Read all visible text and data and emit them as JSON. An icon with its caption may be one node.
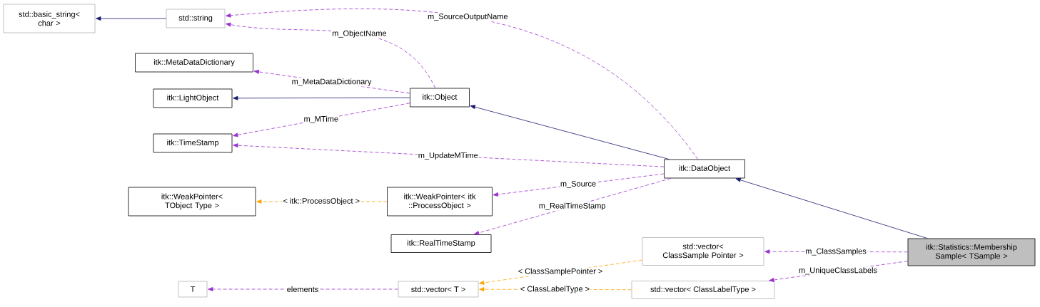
{
  "diagram": {
    "nodes": [
      {
        "text": [
          "std::basic_string< char >"
        ]
      },
      {
        "text": [
          "std::string"
        ]
      },
      {
        "text": [
          "itk::MetaDataDictionary"
        ]
      },
      {
        "text": [
          "itk::LightObject"
        ]
      },
      {
        "text": [
          "itk::Object"
        ]
      },
      {
        "text": [
          "itk::TimeStamp"
        ]
      },
      {
        "text": [
          "itk::DataObject"
        ]
      },
      {
        "text": [
          "itk::WeakPointer< TObject Type >"
        ]
      },
      {
        "text": [
          "itk::WeakPointer< itk ::ProcessObject >"
        ]
      },
      {
        "text": [
          "itk::RealTimeStamp"
        ]
      },
      {
        "text": [
          "std::vector< ClassSample Pointer >"
        ]
      },
      {
        "text": [
          "itk::Statistics::Membership Sample< TSample >"
        ]
      },
      {
        "text": [
          "T"
        ]
      },
      {
        "text": [
          "std::vector< T >"
        ]
      },
      {
        "text": [
          "std::vector< ClassLabelType >"
        ]
      }
    ],
    "edges": [
      {
        "from": 1,
        "to": 0,
        "arrow": "to",
        "color": "#191970"
      },
      {
        "from": 6,
        "to": 1,
        "arrow": "to",
        "style": "dashed",
        "label": "m_SourceOutputName"
      },
      {
        "from": 4,
        "to": 1,
        "arrow": "to",
        "style": "dashed",
        "label": "m_ObjectName"
      },
      {
        "from": 4,
        "to": 2,
        "arrow": "to",
        "style": "dashed",
        "label": "m_MetaDataDictionary"
      },
      {
        "from": 4,
        "to": 3,
        "arrow": "to",
        "color": "#191970"
      },
      {
        "from": 4,
        "to": 5,
        "arrow": "to",
        "style": "dashed",
        "label": "m_MTime"
      },
      {
        "from": 6,
        "to": 4,
        "arrow": "to",
        "color": "#191970"
      },
      {
        "from": 6,
        "to": 5,
        "arrow": "to",
        "style": "dashed",
        "label": "m_UpdateMTime"
      },
      {
        "from": 6,
        "to": 8,
        "arrow": "to",
        "style": "dashed",
        "label": "m_Source"
      },
      {
        "from": 8,
        "to": 7,
        "arrow": "to",
        "style": "dashed",
        "color": "#ffa500",
        "label": "< itk::ProcessObject >"
      },
      {
        "from": 6,
        "to": 9,
        "arrow": "to",
        "style": "dashed",
        "label": "m_RealTimeStamp"
      },
      {
        "from": 11,
        "to": 6,
        "arrow": "to",
        "color": "#191970"
      },
      {
        "from": 11,
        "to": 10,
        "arrow": "to",
        "style": "dashed",
        "label": "m_ClassSamples"
      },
      {
        "from": 10,
        "to": 13,
        "arrow": "to",
        "style": "dashed",
        "color": "#ffa500",
        "label": "< ClassSamplePointer >"
      },
      {
        "from": 11,
        "to": 14,
        "arrow": "to",
        "style": "dashed",
        "label": "m_UniqueClassLabels"
      },
      {
        "from": 13,
        "to": 12,
        "arrow": "to",
        "style": "dashed",
        "label": "elements"
      },
      {
        "from": 14,
        "to": 13,
        "arrow": "to",
        "style": "dashed",
        "color": "#ffa500",
        "label": "< ClassLabelType >"
      }
    ]
  }
}
